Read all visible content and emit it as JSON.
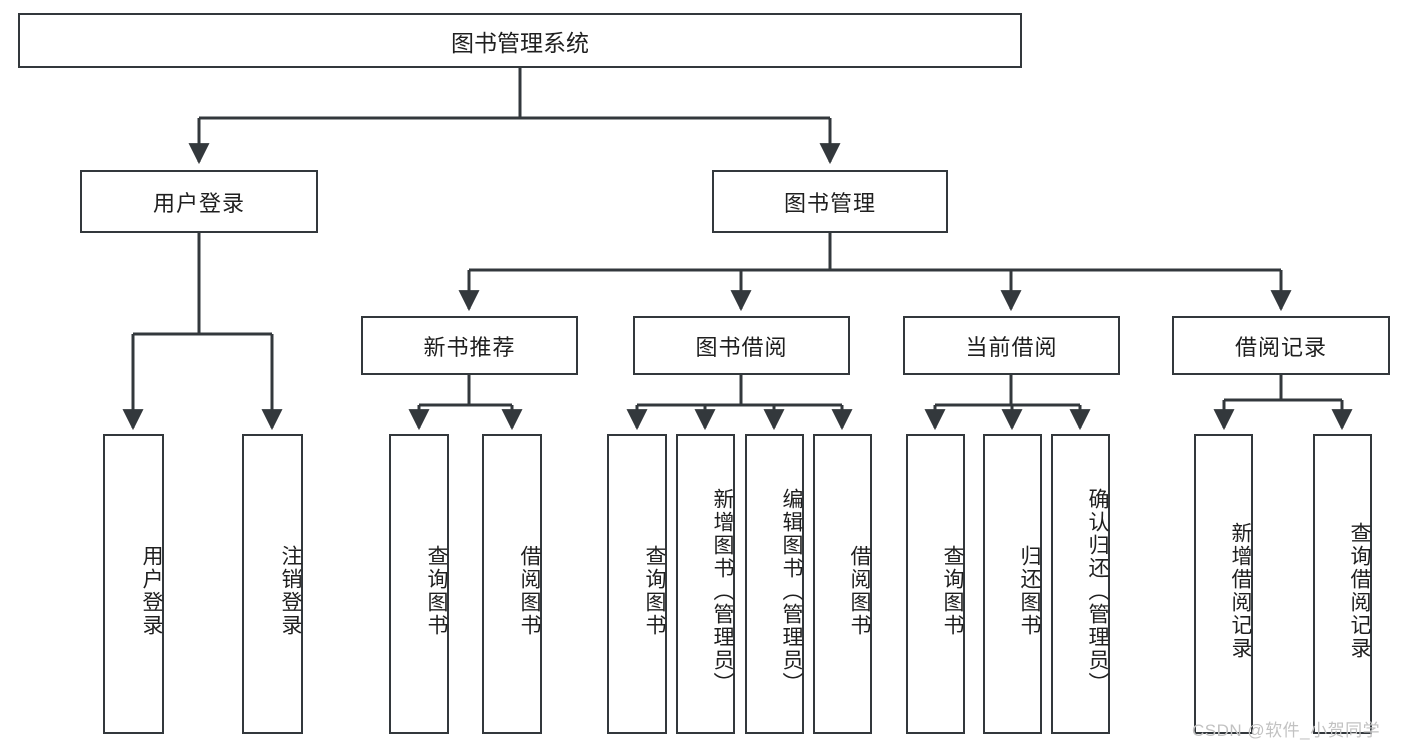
{
  "diagram": {
    "title": "图书管理系统",
    "type": "tree",
    "watermark": "CSDN @软件_小贺同学",
    "nodes": {
      "root": {
        "label": "图书管理系统"
      },
      "level2": [
        {
          "id": "user-login",
          "label": "用户登录"
        },
        {
          "id": "book-manage",
          "label": "图书管理"
        }
      ],
      "level3": [
        {
          "id": "new-book-recommend",
          "label": "新书推荐"
        },
        {
          "id": "book-borrow",
          "label": "图书借阅"
        },
        {
          "id": "current-borrow",
          "label": "当前借阅"
        },
        {
          "id": "borrow-record",
          "label": "借阅记录"
        }
      ],
      "leaves": [
        {
          "id": "leaf-user-login",
          "label": "用户登录",
          "parent": "user-login"
        },
        {
          "id": "leaf-logout-login",
          "label": "注销登录",
          "parent": "user-login"
        },
        {
          "id": "leaf-query-book-1",
          "label": "查询图书",
          "parent": "new-book-recommend"
        },
        {
          "id": "leaf-borrow-book-1",
          "label": "借阅图书",
          "parent": "new-book-recommend"
        },
        {
          "id": "leaf-query-book-2",
          "label": "查询图书",
          "parent": "book-borrow"
        },
        {
          "id": "leaf-add-book",
          "label": "新增图书（管理员）",
          "parent": "book-borrow"
        },
        {
          "id": "leaf-edit-book",
          "label": "编辑图书（管理员）",
          "parent": "book-borrow"
        },
        {
          "id": "leaf-borrow-book-2",
          "label": "借阅图书",
          "parent": "book-borrow"
        },
        {
          "id": "leaf-query-book-3",
          "label": "查询图书",
          "parent": "current-borrow"
        },
        {
          "id": "leaf-return-book",
          "label": "归还图书",
          "parent": "current-borrow"
        },
        {
          "id": "leaf-confirm-return",
          "label": "确认归还（管理员）",
          "parent": "current-borrow"
        },
        {
          "id": "leaf-add-record",
          "label": "新增借阅记录",
          "parent": "borrow-record"
        },
        {
          "id": "leaf-query-record",
          "label": "查询借阅记录",
          "parent": "borrow-record"
        }
      ]
    },
    "colors": {
      "border": "#33383c",
      "background": "#ffffff",
      "text": "#1f1f1f",
      "watermark": "#c2c2c2"
    }
  }
}
